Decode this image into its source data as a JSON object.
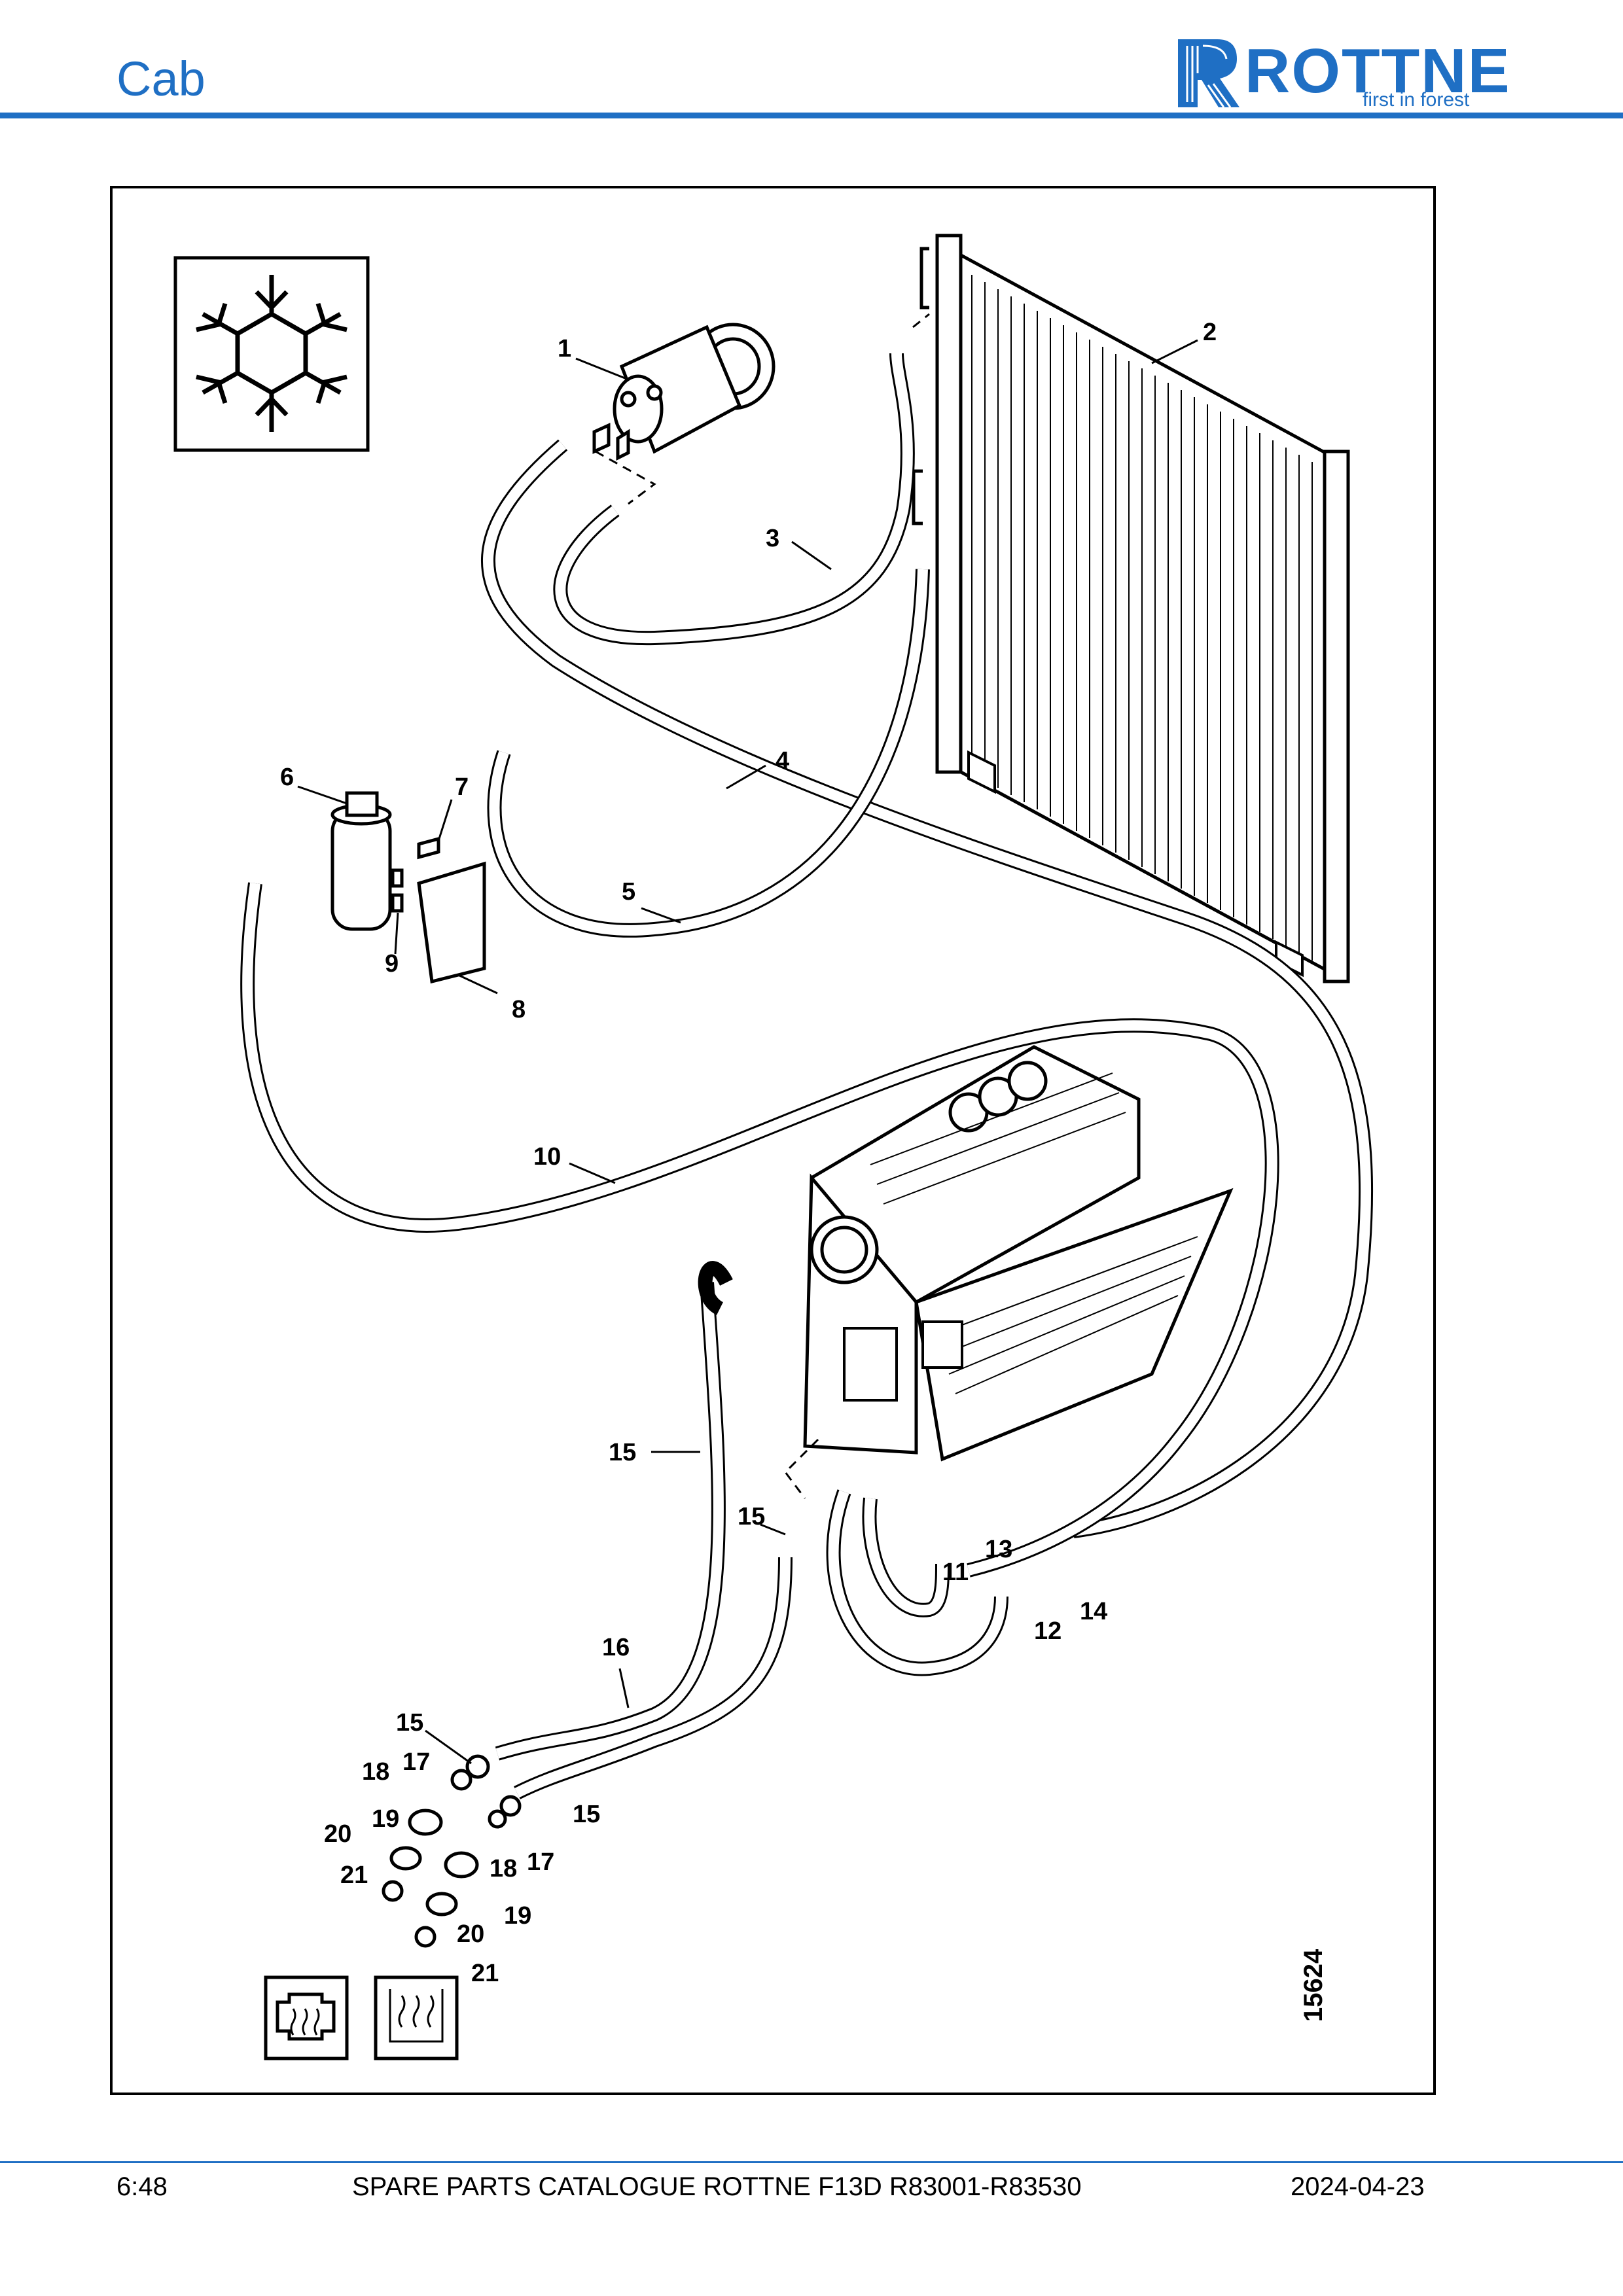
{
  "header": {
    "title": "Cab"
  },
  "brand": {
    "name": "ROTTNE",
    "tagline": "first in forest",
    "color": "#1f6fc4"
  },
  "figure": {
    "number": "15624",
    "callouts": [
      "1",
      "2",
      "3",
      "4",
      "5",
      "6",
      "7",
      "8",
      "9",
      "10",
      "11",
      "12",
      "13",
      "14",
      "15",
      "15",
      "15",
      "15",
      "16",
      "17",
      "17",
      "18",
      "18",
      "19",
      "19",
      "20",
      "20",
      "21",
      "21"
    ]
  },
  "footer": {
    "page": "6:48",
    "catalogue": "SPARE PARTS CATALOGUE ROTTNE F13D R83001-R83530",
    "date": "2024-04-23"
  }
}
